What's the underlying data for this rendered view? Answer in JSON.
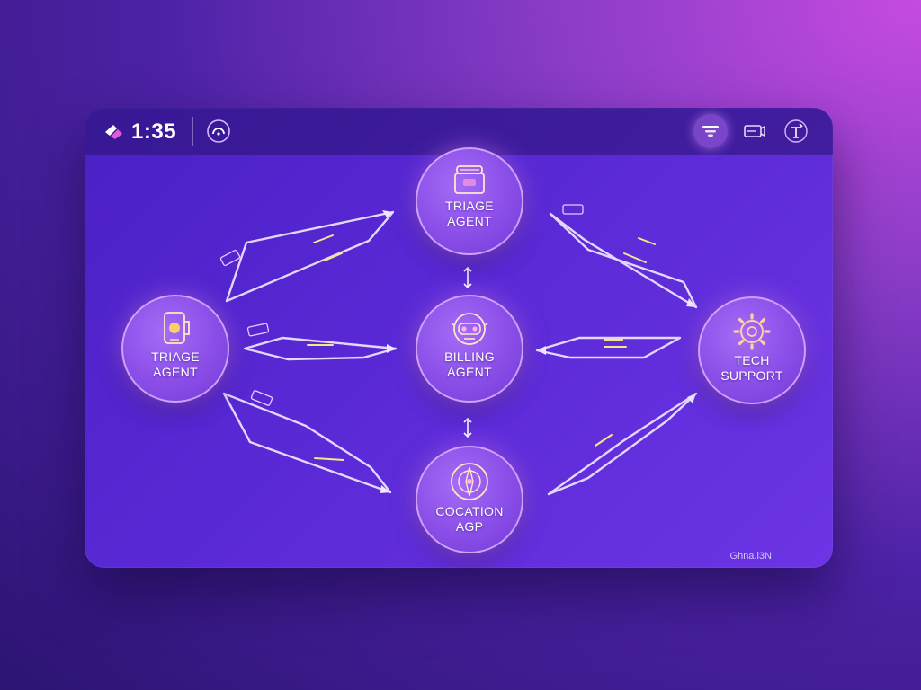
{
  "header": {
    "time": "1:35",
    "logo_icon": "brand-logo-icon",
    "status_icon": "signal-arc-icon",
    "right_icons": [
      "filter-icon",
      "card-icon",
      "tools-icon"
    ]
  },
  "nodes": {
    "top": {
      "label_line1": "TRIAGE",
      "label_line2": "AGENT",
      "icon": "storage-box-icon"
    },
    "left": {
      "label_line1": "TRIAGE",
      "label_line2": "AGENT",
      "icon": "phone-device-icon"
    },
    "center": {
      "label_line1": "BILLING",
      "label_line2": "AGENT",
      "icon": "robot-face-icon"
    },
    "right": {
      "label_line1": "TECH",
      "label_line2": "SUPPORT",
      "icon": "gear-icon"
    },
    "bottom": {
      "label_line1": "COCATION",
      "label_line2": "AGP",
      "icon": "compass-icon"
    }
  },
  "footer": {
    "watermark": "Ghna.i3N"
  },
  "colors": {
    "panel": "#5a29d6",
    "node_fill": "#8a4ee8",
    "node_ring": "#e6beff",
    "edge": "#efe6ff",
    "edge_accent": "#f2e88a"
  }
}
